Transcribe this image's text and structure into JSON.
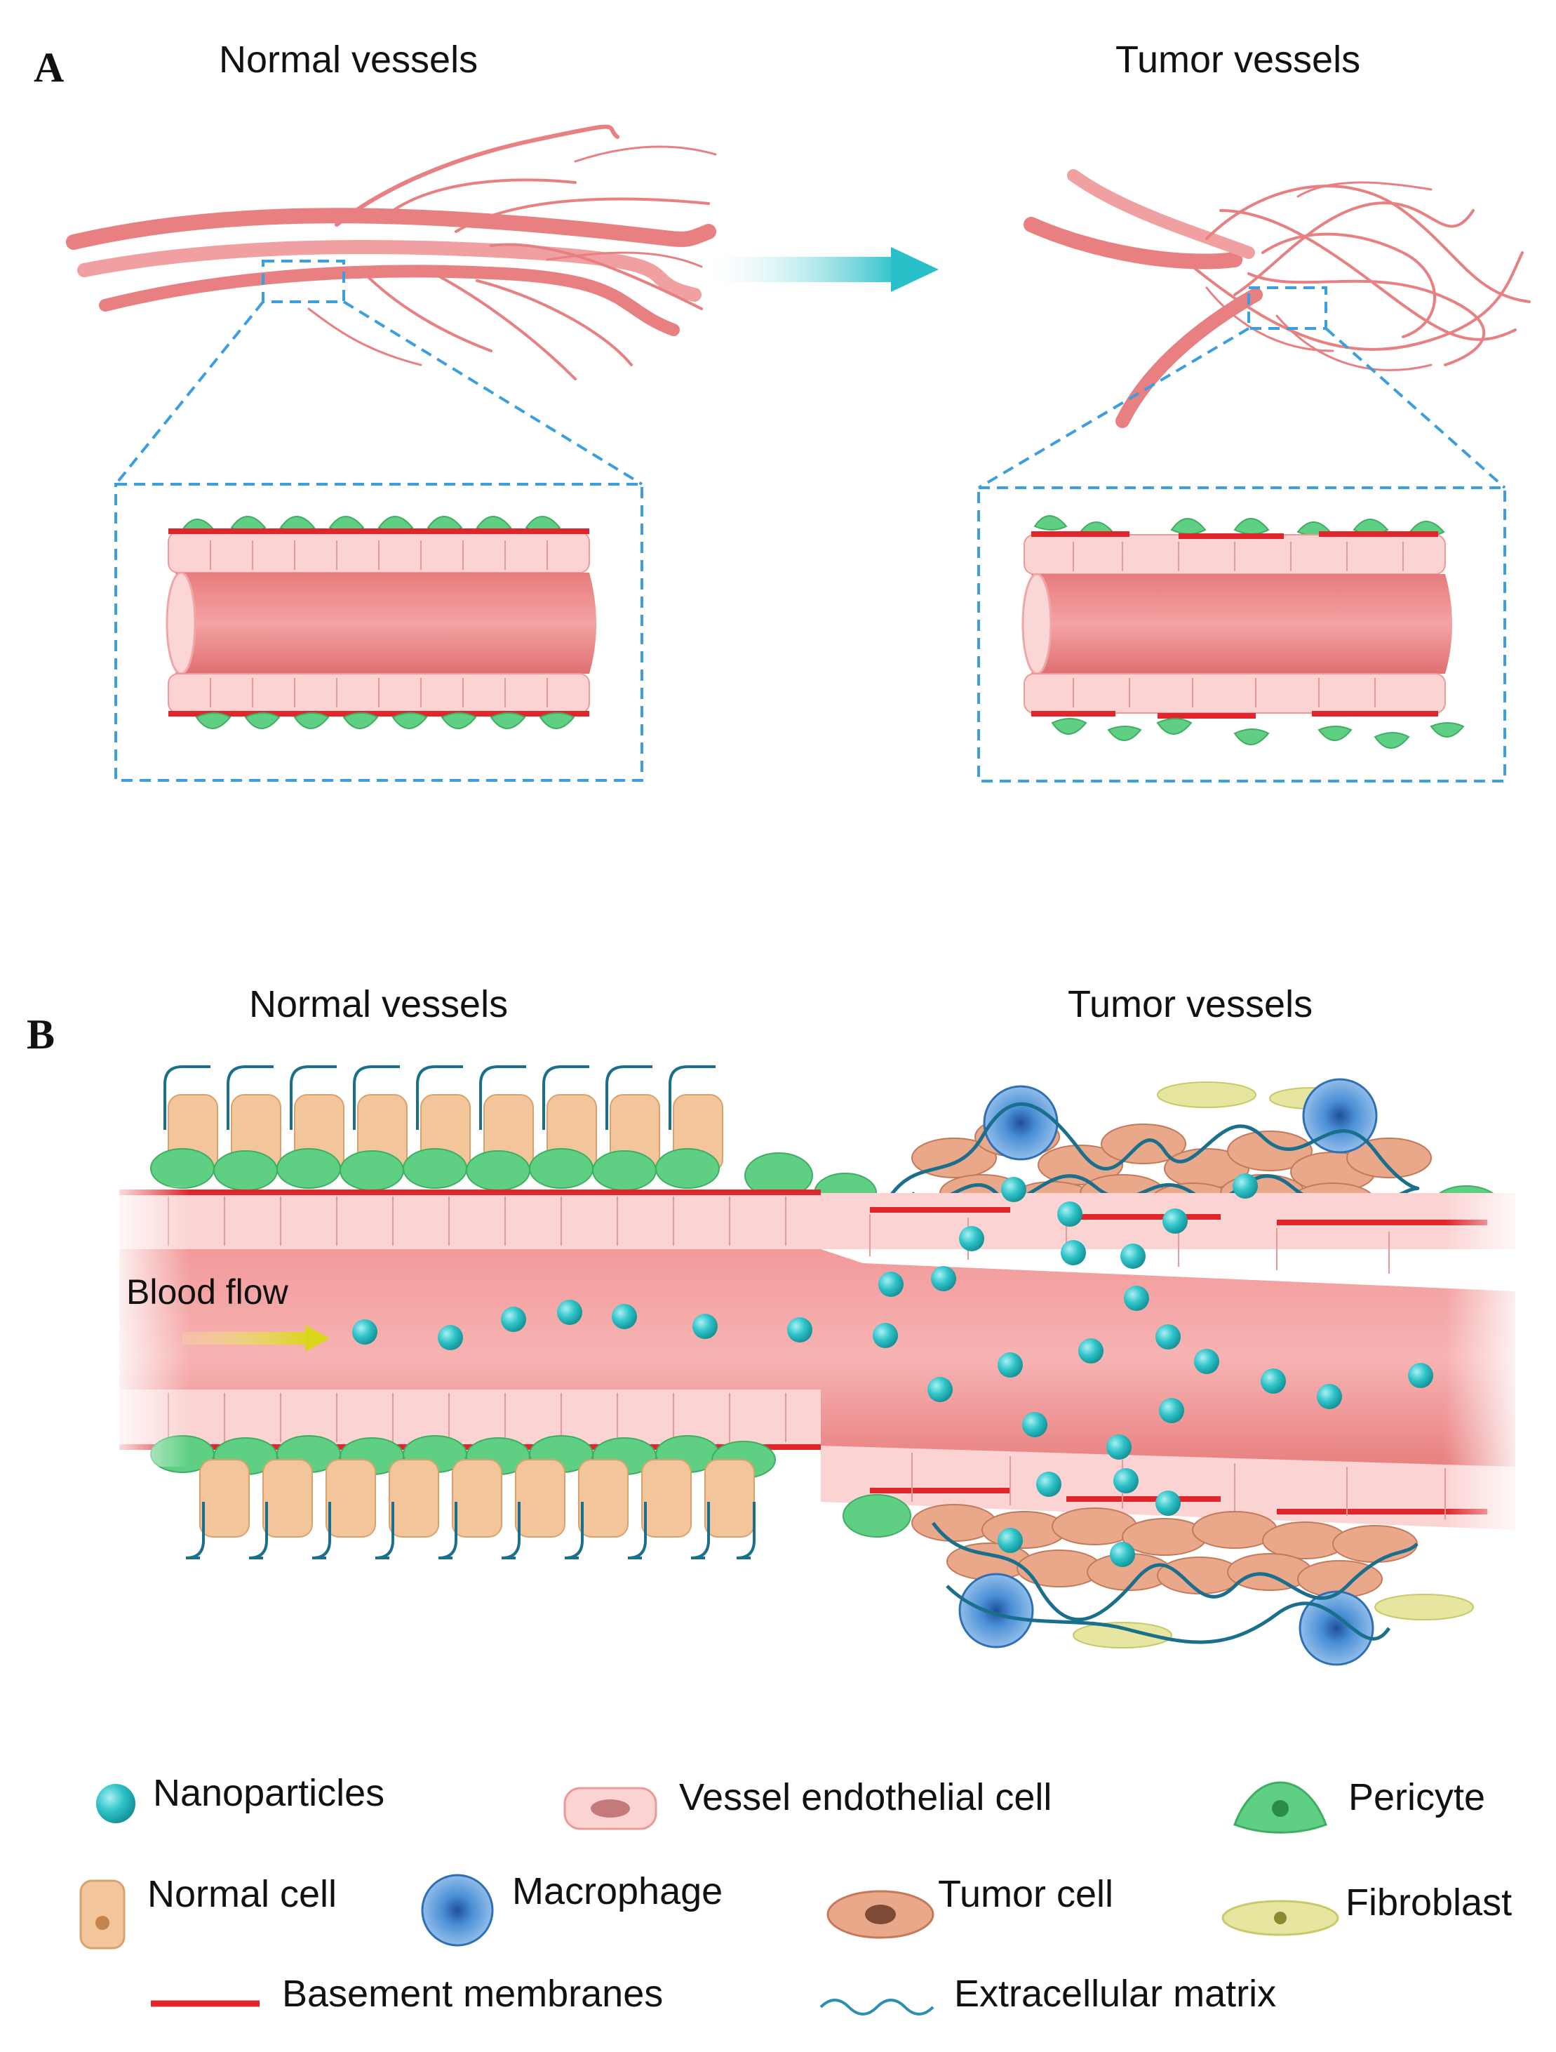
{
  "panel_a": {
    "letter": "A",
    "left_heading": "Normal vessels",
    "right_heading": "Tumor vessels"
  },
  "panel_b": {
    "letter": "B",
    "left_heading": "Normal vessels",
    "right_heading": "Tumor vessels",
    "flow_label": "Blood flow"
  },
  "legend": {
    "items": [
      {
        "label": "Nanoparticles",
        "icon": "nanoparticle-icon"
      },
      {
        "label": "Vessel endothelial cell",
        "icon": "endothelial-cell-icon"
      },
      {
        "label": "Pericyte",
        "icon": "pericyte-icon"
      },
      {
        "label": "Normal cell",
        "icon": "normal-cell-icon"
      },
      {
        "label": "Macrophage",
        "icon": "macrophage-icon"
      },
      {
        "label": "Tumor cell",
        "icon": "tumor-cell-icon"
      },
      {
        "label": "Fibroblast",
        "icon": "fibroblast-icon"
      },
      {
        "label": "Basement membranes",
        "icon": "basement-membrane-icon"
      },
      {
        "label": "Extracellular matrix",
        "icon": "extracellular-matrix-icon"
      }
    ]
  },
  "colors": {
    "vessel": "#ee8e8e",
    "vessel_dark": "#d9595c",
    "membrane": "#e0262b",
    "endothelial": "#fbd3d3",
    "pericyte": "#5fcf84",
    "nanoparticle": "#2fc4c9",
    "macrophage": "#4a8fd6",
    "tumor_cell": "#e9a88a",
    "fibroblast": "#e6e6a0",
    "normal_cell": "#f2c69a",
    "matrix": "#1a6f8c",
    "arrow": "#29c0c9",
    "zoom_box": "#3a9ee0"
  }
}
